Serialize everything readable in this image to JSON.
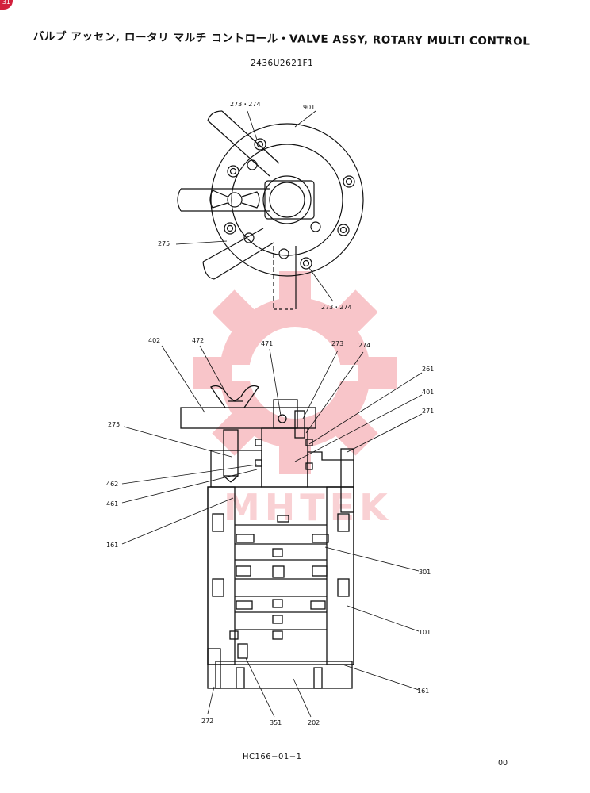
{
  "header": {
    "title": "バルブ アッセン, ロータリ マルチ コントロール・VALVE ASSY, ROTARY MULTI CONTROL",
    "part_number": "2436U2621F1"
  },
  "watermark": {
    "text": "MHTEK",
    "color": "#e8343f"
  },
  "edge_mark": {
    "text": "31"
  },
  "callouts": {
    "c273_274_top": "273・274",
    "c901": "901",
    "c275_top": "275",
    "c273_274_bottom": "273・274",
    "c402": "402",
    "c472": "472",
    "c471": "471",
    "c273": "273",
    "c274": "274",
    "c261": "261",
    "c401": "401",
    "c271": "271",
    "c275_side": "275",
    "c462": "462",
    "c461": "461",
    "c161_left": "161",
    "c301": "301",
    "c101": "101",
    "c161_right": "161",
    "c272": "272",
    "c351": "351",
    "c202": "202"
  },
  "footer": {
    "code": "HC166−01−1",
    "revision": "00"
  }
}
